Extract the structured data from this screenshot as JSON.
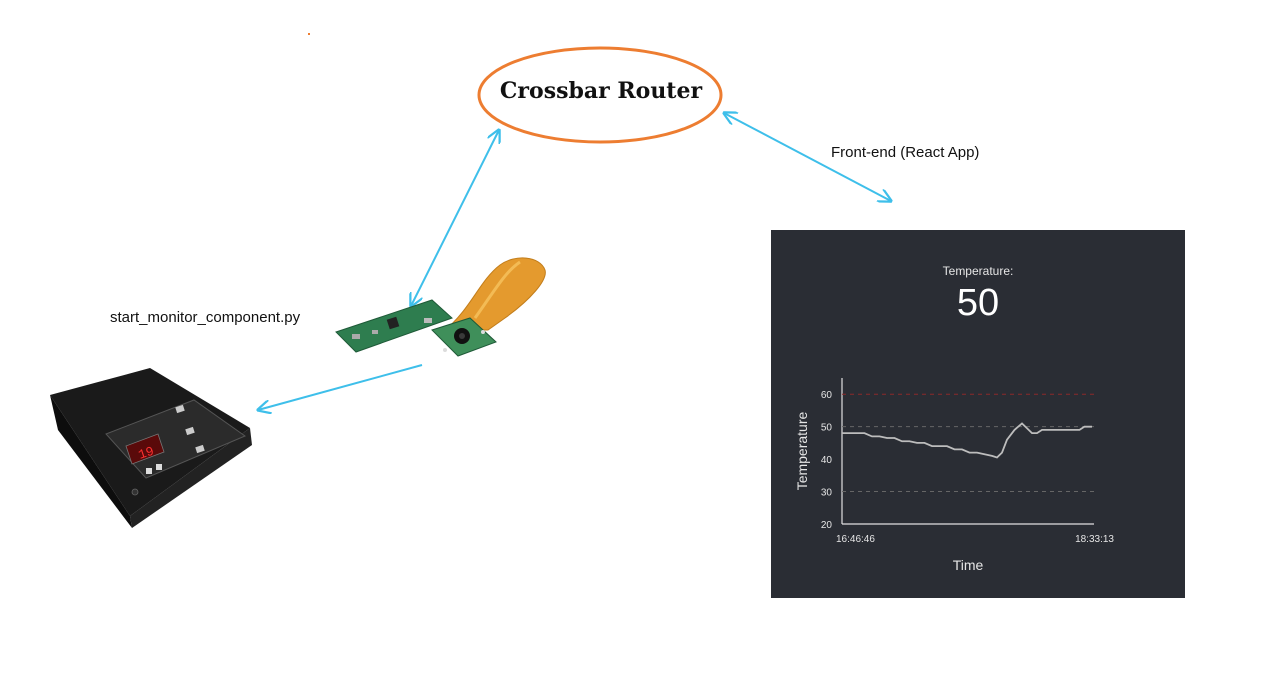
{
  "router": {
    "label": "Crossbar Router",
    "stroke": "#ed7d31"
  },
  "labels": {
    "pi_component": "start_monitor_component.py",
    "frontend": "Front-end (React App)"
  },
  "arrows": {
    "color": "#3ebfea"
  },
  "devices": {
    "controller": {
      "display_value": "19",
      "icon": "temperature-controller-icon"
    },
    "pi": {
      "icon": "raspberry-pi-zero-camera-icon"
    }
  },
  "monitor": {
    "label": "Temperature:",
    "value": "50",
    "background": "#2a2d34",
    "chart_data": {
      "type": "line",
      "ylabel": "Temperature",
      "xlabel": "Time",
      "ylim": [
        20,
        65
      ],
      "yticks": [
        20,
        30,
        40,
        50,
        60
      ],
      "xtick_labels": [
        "16:46:46",
        "18:33:13"
      ],
      "reference_lines": [
        {
          "y": 60,
          "color": "#8b2a2a"
        },
        {
          "y": 50,
          "color": "#666666"
        },
        {
          "y": 30,
          "color": "#666666"
        }
      ],
      "series": [
        {
          "color": "#bdbdbd",
          "x": [
            0,
            0.03,
            0.06,
            0.09,
            0.12,
            0.15,
            0.18,
            0.21,
            0.24,
            0.27,
            0.3,
            0.33,
            0.36,
            0.39,
            0.42,
            0.45,
            0.48,
            0.51,
            0.54,
            0.57,
            0.6,
            0.62,
            0.64,
            0.66,
            0.69,
            0.72,
            0.74,
            0.76,
            0.78,
            0.8,
            0.83,
            0.86,
            0.89,
            0.92,
            0.95,
            0.97,
            1.0
          ],
          "values": [
            48,
            48,
            48,
            48,
            47,
            47,
            46.5,
            46.5,
            45.5,
            45.5,
            45,
            45,
            44,
            44,
            44,
            43,
            43,
            42,
            42,
            41.5,
            41,
            40.5,
            42,
            46,
            49,
            51,
            49.5,
            48,
            48,
            49,
            49,
            49,
            49,
            49,
            49,
            50,
            50
          ]
        }
      ]
    }
  }
}
